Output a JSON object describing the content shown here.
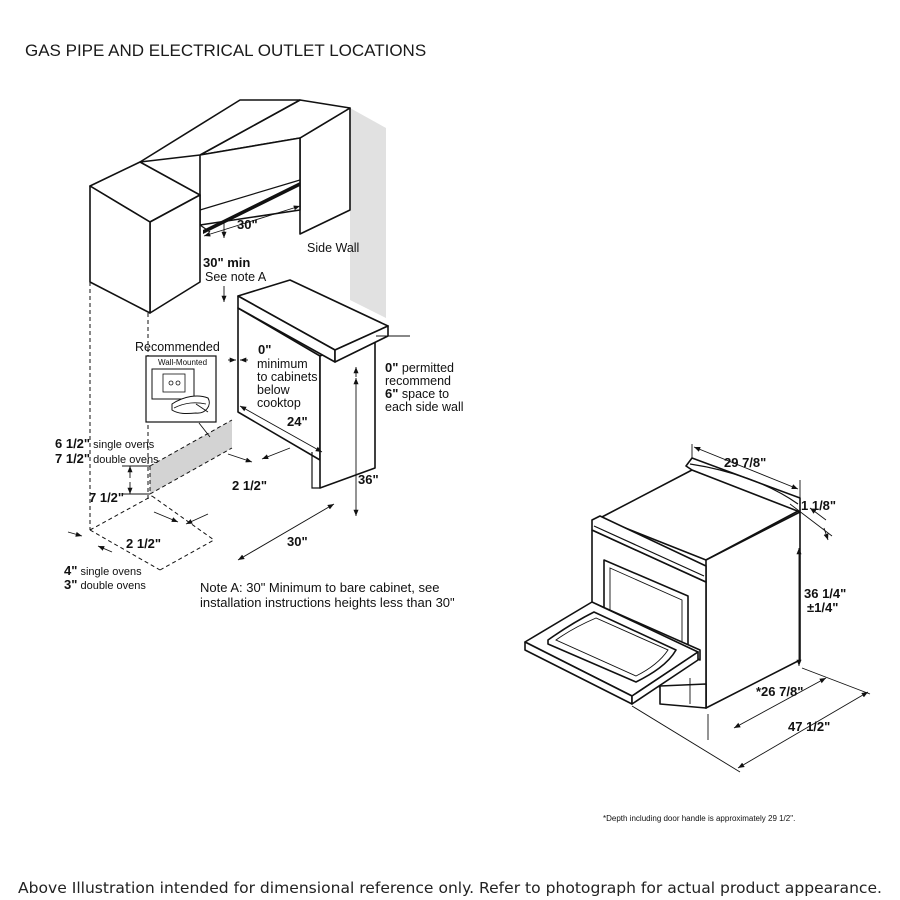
{
  "title": "GAS PIPE AND ELECTRICAL OUTLET LOCATIONS",
  "labels": {
    "side_wall": "Side Wall",
    "recommended": "Recommended",
    "wall_mounted": "Wall-Mounted",
    "clear_above_l1": "30\" min",
    "clear_above_l2": "See note A",
    "min_cab_l1": "0\"",
    "min_cab_l2": "minimum",
    "min_cab_l3": "to cabinets",
    "min_cab_l4": "below",
    "min_cab_l5": "cooktop",
    "side_wall_l1_val": "0\"",
    "side_wall_l1_txt": " permitted",
    "side_wall_l2": "recommend",
    "side_wall_l3_val": "6\"",
    "side_wall_l3_txt": " space to",
    "side_wall_l4": "each side wall",
    "height_single_val": "6 1/2\"",
    "height_single_txt": " single ovens",
    "height_double_val": "7 1/2\"",
    "height_double_txt": " double ovens",
    "side_single_val": "4\"",
    "side_single_txt": " single ovens",
    "side_double_val": "3\"",
    "side_double_txt": " double ovens"
  },
  "dimensions": {
    "hood_width": "30\"",
    "depth_24": "24\"",
    "offset_2_5a": "2 1/2\"",
    "height_36": "36\"",
    "zone_height": "7 1/2\"",
    "offset_2_5b": "2 1/2\"",
    "width_30": "30\"",
    "range_width": "29 7/8\"",
    "range_backguard": "1 1/8\"",
    "range_height_l1": "36 1/4\"",
    "range_height_l2": "±1/4\"",
    "range_depth": "*26 7/8\"",
    "range_depth_open": "47 1/2\""
  },
  "note_a_l1": "Note A: 30\" Minimum to bare cabinet, see",
  "note_a_l2": "installation instructions heights less than 30\"",
  "depth_footnote": "*Depth including door handle is approximately 29 1/2\".",
  "footer": "Above Illustration intended for dimensional reference only. Refer to photograph for actual product appearance."
}
